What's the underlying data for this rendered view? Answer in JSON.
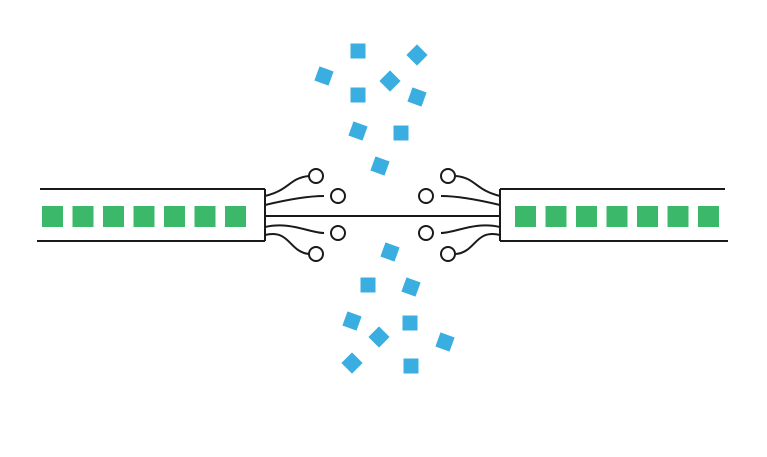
{
  "colors": {
    "line": "#1a1a1a",
    "green_block": "#3bb86a",
    "blue_particle": "#3aaee0",
    "background": "#ffffff"
  },
  "diagram": {
    "left_segment_blocks": 7,
    "right_segment_blocks": 7,
    "wire_ends_per_side": 4,
    "particles": 18
  }
}
